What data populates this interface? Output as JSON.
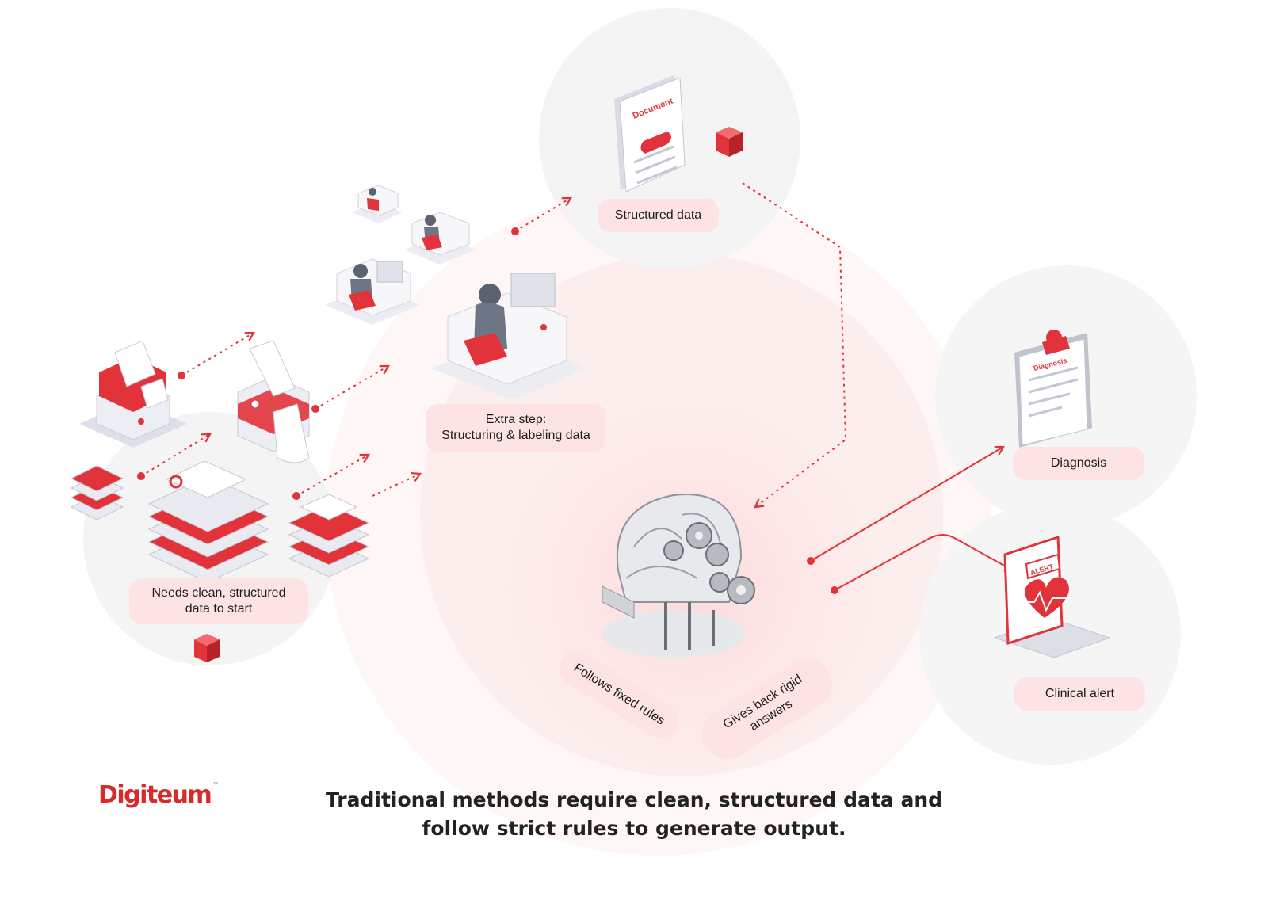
{
  "colors": {
    "accent": "#e2333b",
    "pill_bg": "#fde3e3",
    "text": "#1d1d1f"
  },
  "brand": {
    "name": "Digiteum",
    "mark": "™"
  },
  "caption": {
    "line1": "Traditional methods require clean, structured data and",
    "line2": "follow strict rules to generate output."
  },
  "nodes": {
    "raw_data": {
      "label_line1": "Needs clean, structured",
      "label_line2": "data to start"
    },
    "extra_step": {
      "label_line1": "Extra step:",
      "label_line2": "Structuring & labeling data"
    },
    "structured": {
      "label": "Structured data",
      "doc_title": "Document"
    },
    "rules_engine": {
      "rule1": "Follows fixed rules",
      "rule2_line1": "Gives back rigid",
      "rule2_line2": "answers"
    },
    "diagnosis": {
      "label": "Diagnosis",
      "clip_title": "Diagnosis"
    },
    "alert": {
      "label": "Clinical alert",
      "badge": "ALERT"
    }
  },
  "icons": {
    "folders": "document-stack-icon",
    "printer": "printer-icon",
    "workers": "workstation-icon",
    "document": "document-icon",
    "brain": "gear-brain-icon",
    "clipboard": "clipboard-icon",
    "heart": "heart-monitor-icon",
    "cube": "red-cube-icon"
  }
}
